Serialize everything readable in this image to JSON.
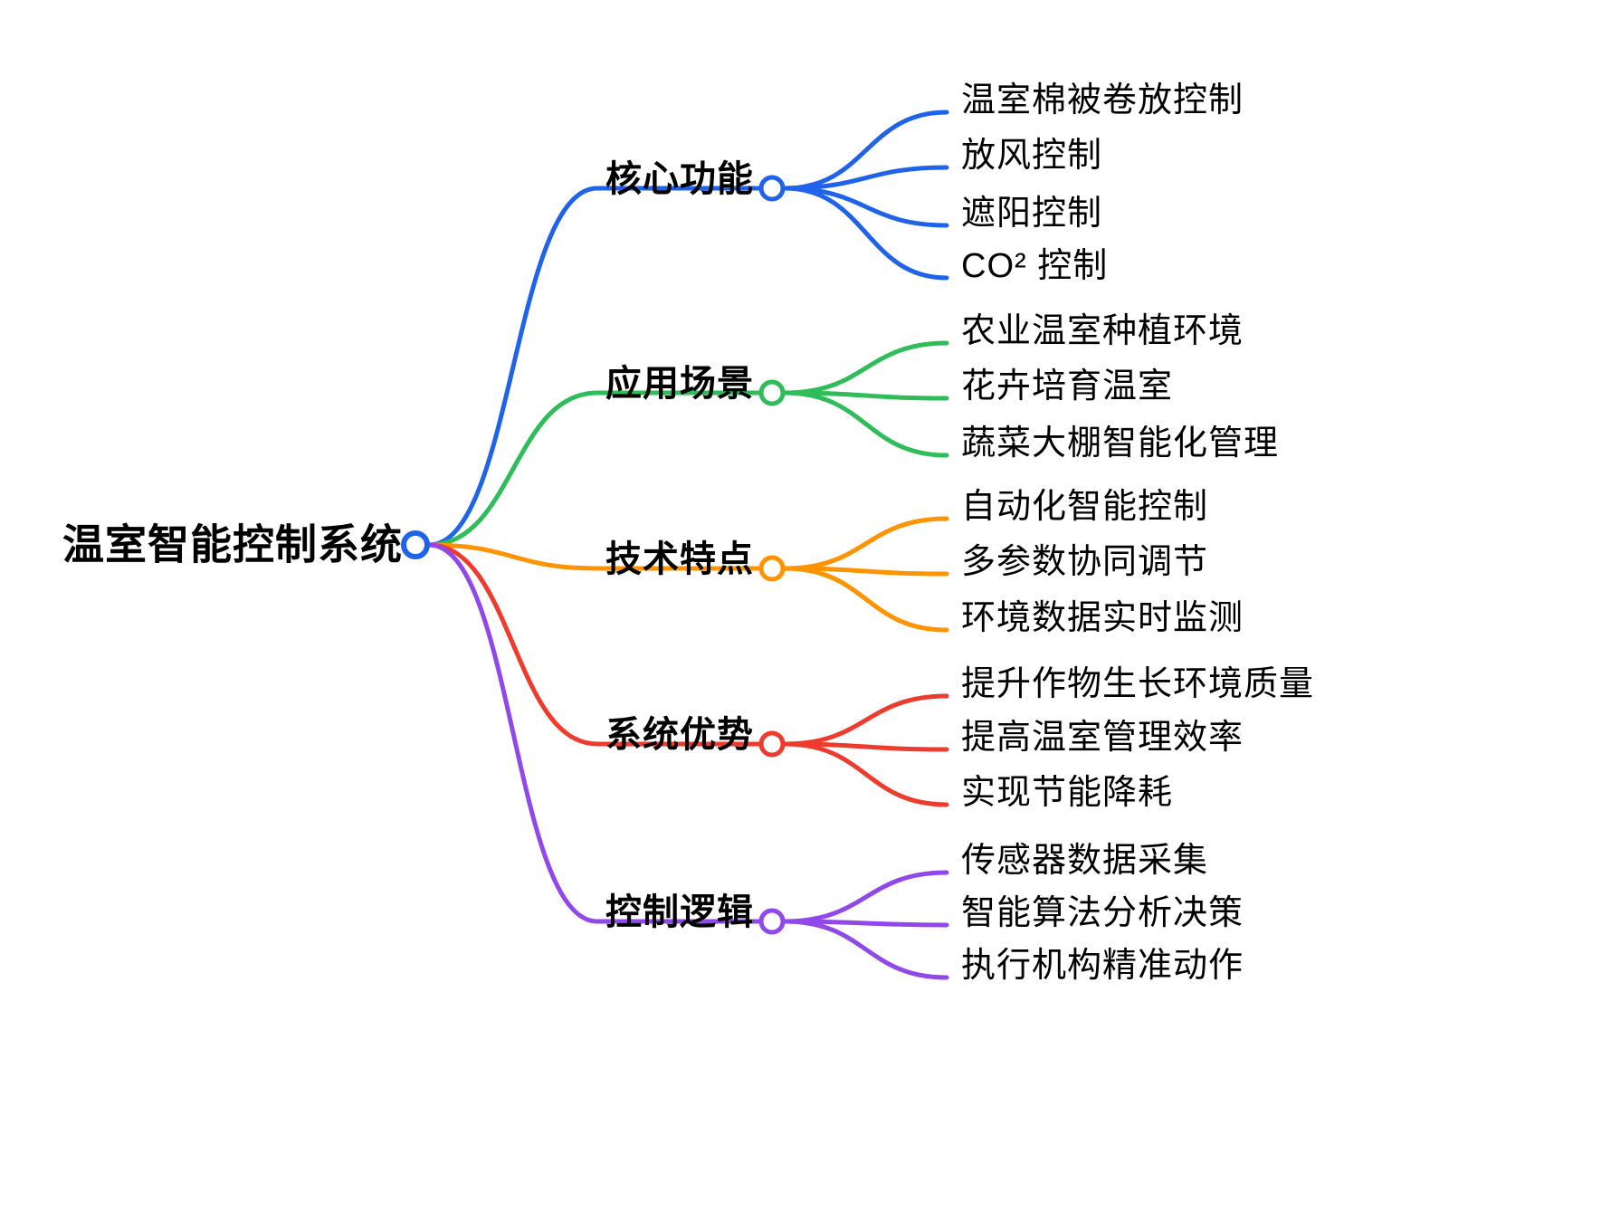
{
  "root": {
    "label": "温室智能控制系统",
    "color": "#1e63e9"
  },
  "branches": [
    {
      "label": "核心功能",
      "color": "#1e63e9",
      "children": [
        "温室棉被卷放控制",
        "放风控制",
        "遮阳控制",
        "CO² 控制"
      ]
    },
    {
      "label": "应用场景",
      "color": "#2ebd59",
      "children": [
        "农业温室种植环境",
        "花卉培育温室",
        "蔬菜大棚智能化管理"
      ]
    },
    {
      "label": "技术特点",
      "color": "#ff9300",
      "children": [
        "自动化智能控制",
        "多参数协同调节",
        "环境数据实时监测"
      ]
    },
    {
      "label": "系统优势",
      "color": "#ee3b2e",
      "children": [
        "提升作物生长环境质量",
        "提高温室管理效率",
        "实现节能降耗"
      ]
    },
    {
      "label": "控制逻辑",
      "color": "#9048eb",
      "children": [
        "传感器数据采集",
        "智能算法分析决策",
        "执行机构精准动作"
      ]
    }
  ],
  "canvas": {
    "background": "#ffffff",
    "text_color": "#000000"
  }
}
